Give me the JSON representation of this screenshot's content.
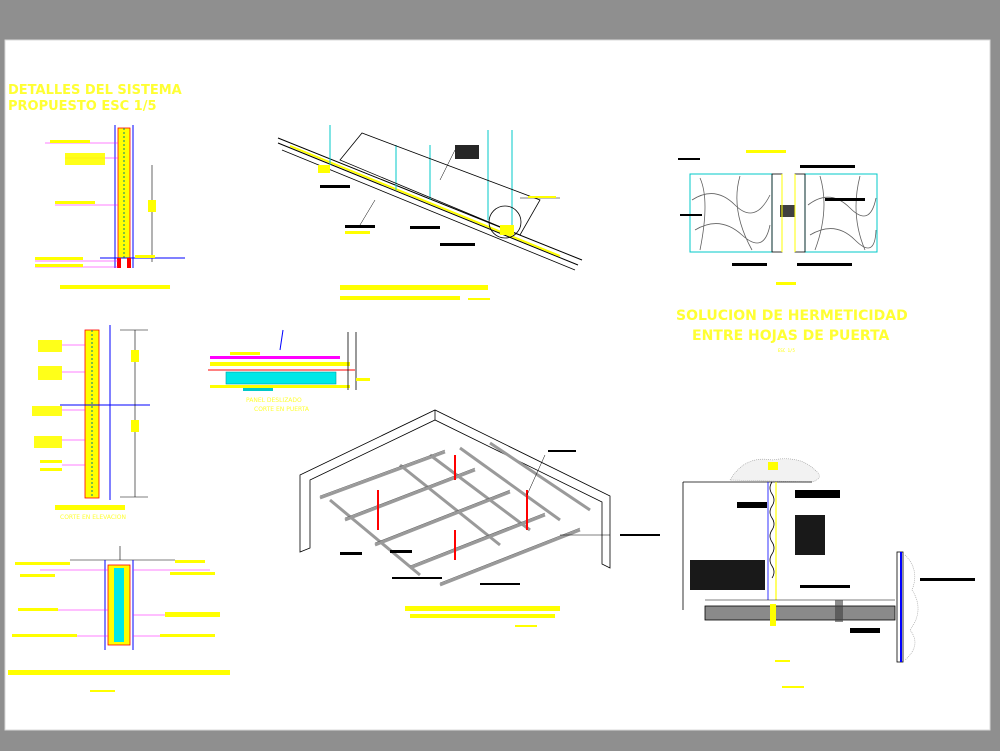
{
  "sheet": {
    "title_line1": "DETALLES DEL SISTEMA",
    "title_line2": "PROPUESTO ESC 1/5"
  },
  "details": {
    "hermeticidad_line1": "SOLUCION DE HERMETICIDAD",
    "hermeticidad_line2": "ENTRE HOJAS DE PUERTA",
    "hermeticidad_scale": "ESC 1/5",
    "panel_caption_line1": "PANEL DESLIZADO",
    "panel_caption_line2": "CORTE EN PUERTA",
    "elevacion_caption": "CORTE EN ELEVACION"
  },
  "colors": {
    "canvas_gray": "#8f8f8f",
    "sheet_white": "#ffffff",
    "annotation_yellow": "#ffff00",
    "leader_magenta": "#ff00ff",
    "line_cyan": "#00ffff",
    "line_blue": "#0000ff",
    "hatch_gray": "#808080",
    "accent_red": "#ff0000"
  }
}
